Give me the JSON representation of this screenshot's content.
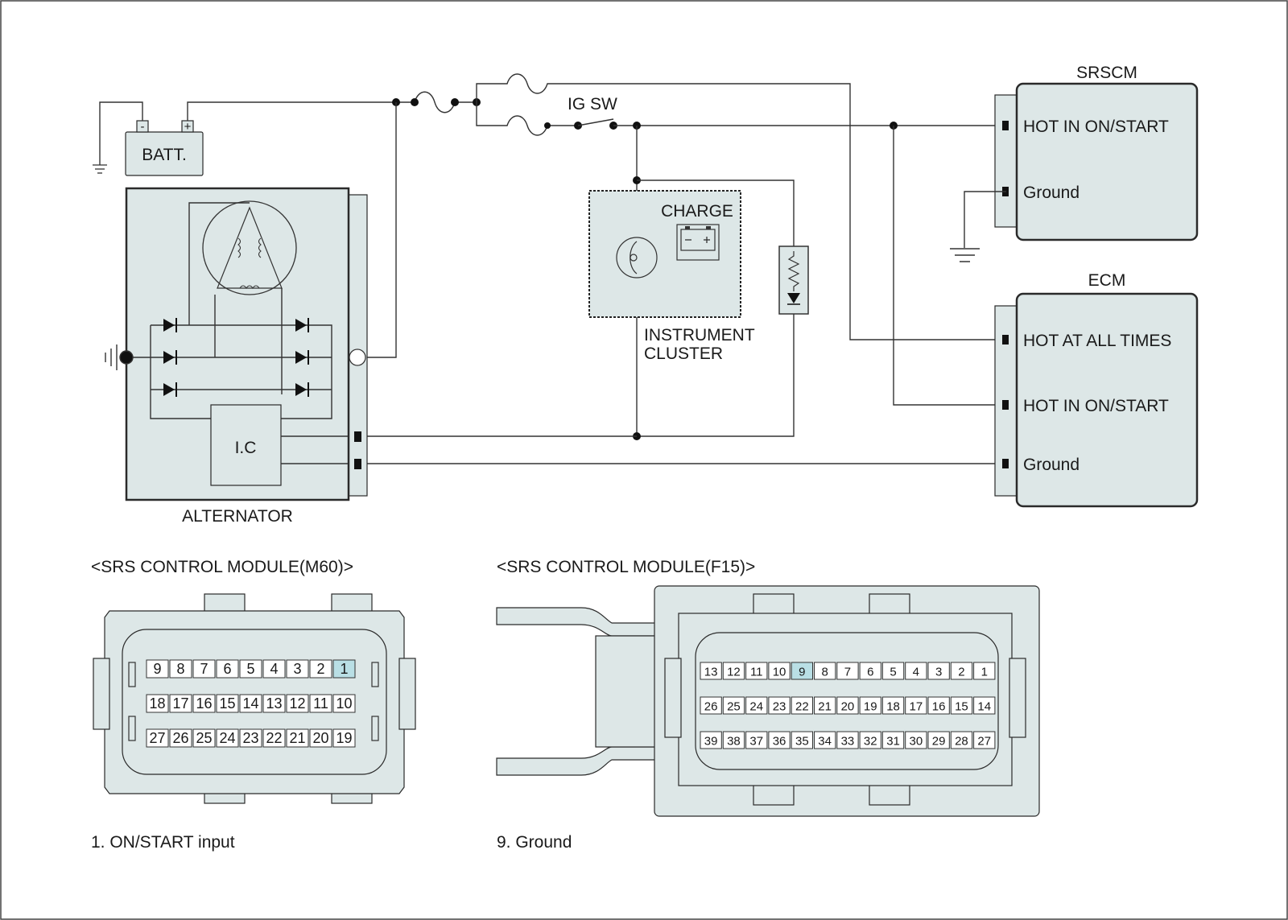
{
  "labels": {
    "battery": "BATT.",
    "battery_neg": "-",
    "battery_pos": "+",
    "alternator": "ALTERNATOR",
    "ic": "I.C",
    "ig_switch": "IG SW",
    "charge": "CHARGE",
    "instrument_cluster_line1": "INSTRUMENT",
    "instrument_cluster_line2": "CLUSTER"
  },
  "srscm": {
    "title": "SRSCM",
    "pins": [
      "HOT IN ON/START",
      "Ground"
    ]
  },
  "ecm": {
    "title": "ECM",
    "pins": [
      "HOT AT ALL TIMES",
      "HOT IN ON/START",
      "Ground"
    ]
  },
  "connectors": [
    {
      "title": "<SRS CONTROL MODULE(M60)>",
      "rows": [
        [
          "9",
          "8",
          "7",
          "6",
          "5",
          "4",
          "3",
          "2",
          "1"
        ],
        [
          "18",
          "17",
          "16",
          "15",
          "14",
          "13",
          "12",
          "11",
          "10"
        ],
        [
          "27",
          "26",
          "25",
          "24",
          "23",
          "22",
          "21",
          "20",
          "19"
        ]
      ],
      "highlighted": [
        "1"
      ],
      "note": "1. ON/START input"
    },
    {
      "title": "<SRS CONTROL MODULE(F15)>",
      "rows": [
        [
          "13",
          "12",
          "11",
          "10",
          "9",
          "8",
          "7",
          "6",
          "5",
          "4",
          "3",
          "2",
          "1"
        ],
        [
          "26",
          "25",
          "24",
          "23",
          "22",
          "21",
          "20",
          "19",
          "18",
          "17",
          "16",
          "15",
          "14"
        ],
        [
          "39",
          "38",
          "37",
          "36",
          "35",
          "34",
          "33",
          "32",
          "31",
          "30",
          "29",
          "28",
          "27"
        ]
      ],
      "highlighted": [
        "9"
      ],
      "note": "9. Ground"
    }
  ],
  "colors": {
    "box_fill": "#dde7e7",
    "pin_highlight": "#b9dfe5",
    "line": "#2a2a2a"
  }
}
